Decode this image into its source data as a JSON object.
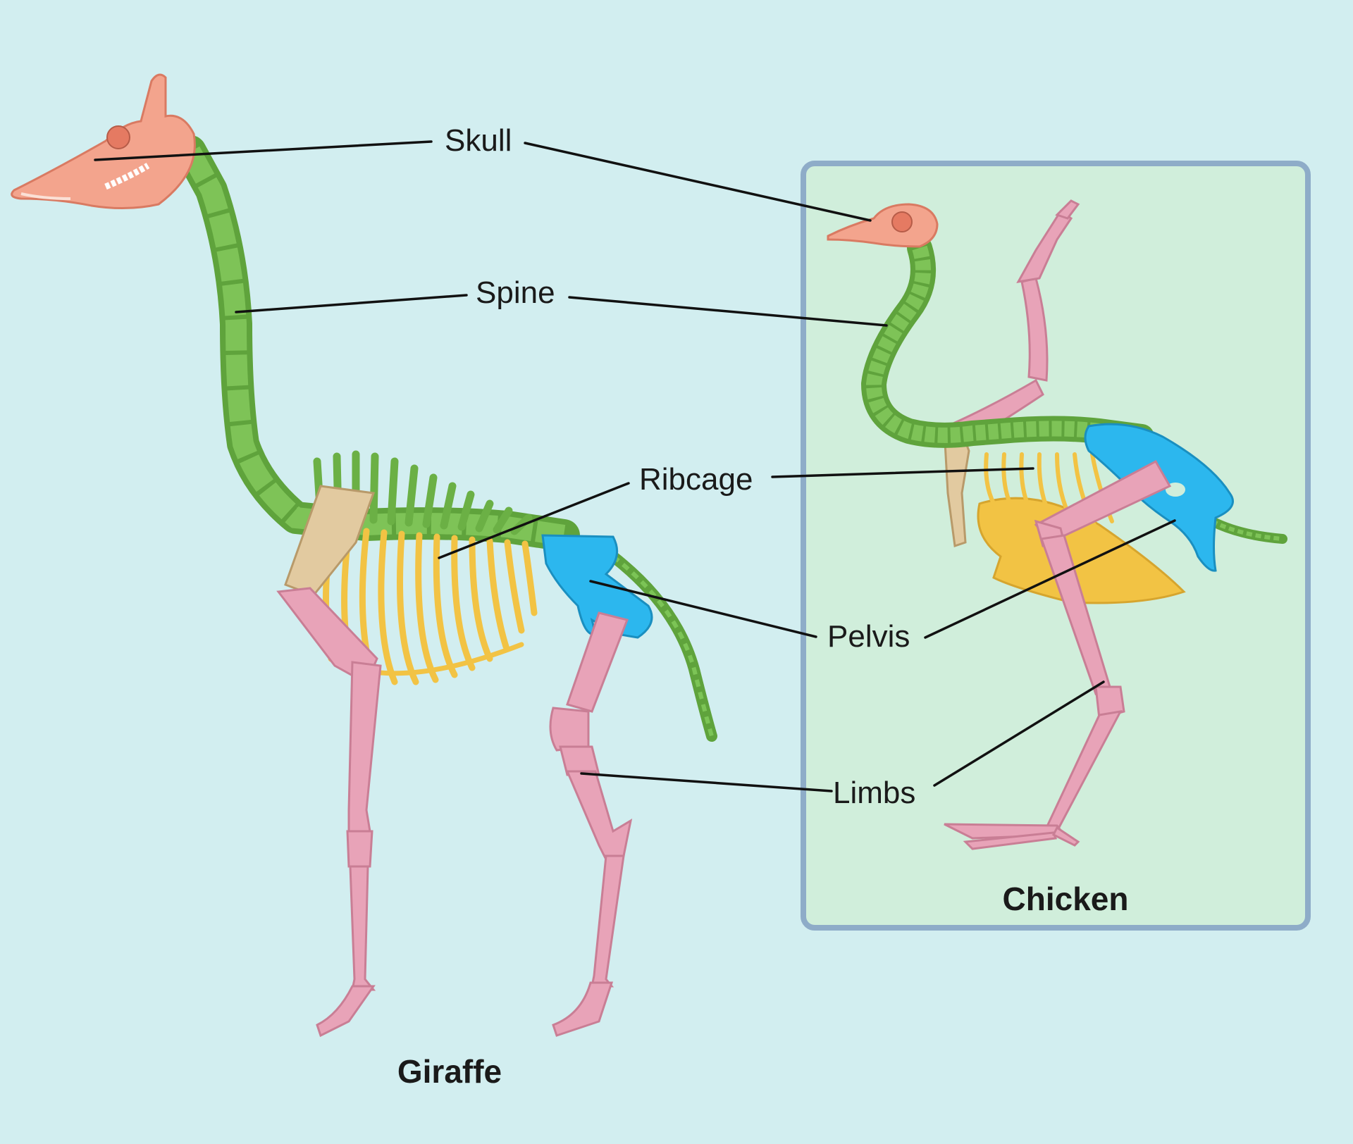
{
  "labels": {
    "skull": "Skull",
    "spine": "Spine",
    "ribcage": "Ribcage",
    "pelvis": "Pelvis",
    "limbs": "Limbs"
  },
  "animals": {
    "giraffe": "Giraffe",
    "chicken": "Chicken"
  },
  "colors": {
    "background": "#d2eef0",
    "chicken_panel": "#d0eedb",
    "chicken_panel_border": "#8eacc8",
    "skull": "#f3a48d",
    "spine": "#6bb045",
    "ribcage": "#f5cc4e",
    "pelvis": "#2cb7ee",
    "limbs": "#e8a3b8",
    "scapula": "#e2caa0"
  }
}
